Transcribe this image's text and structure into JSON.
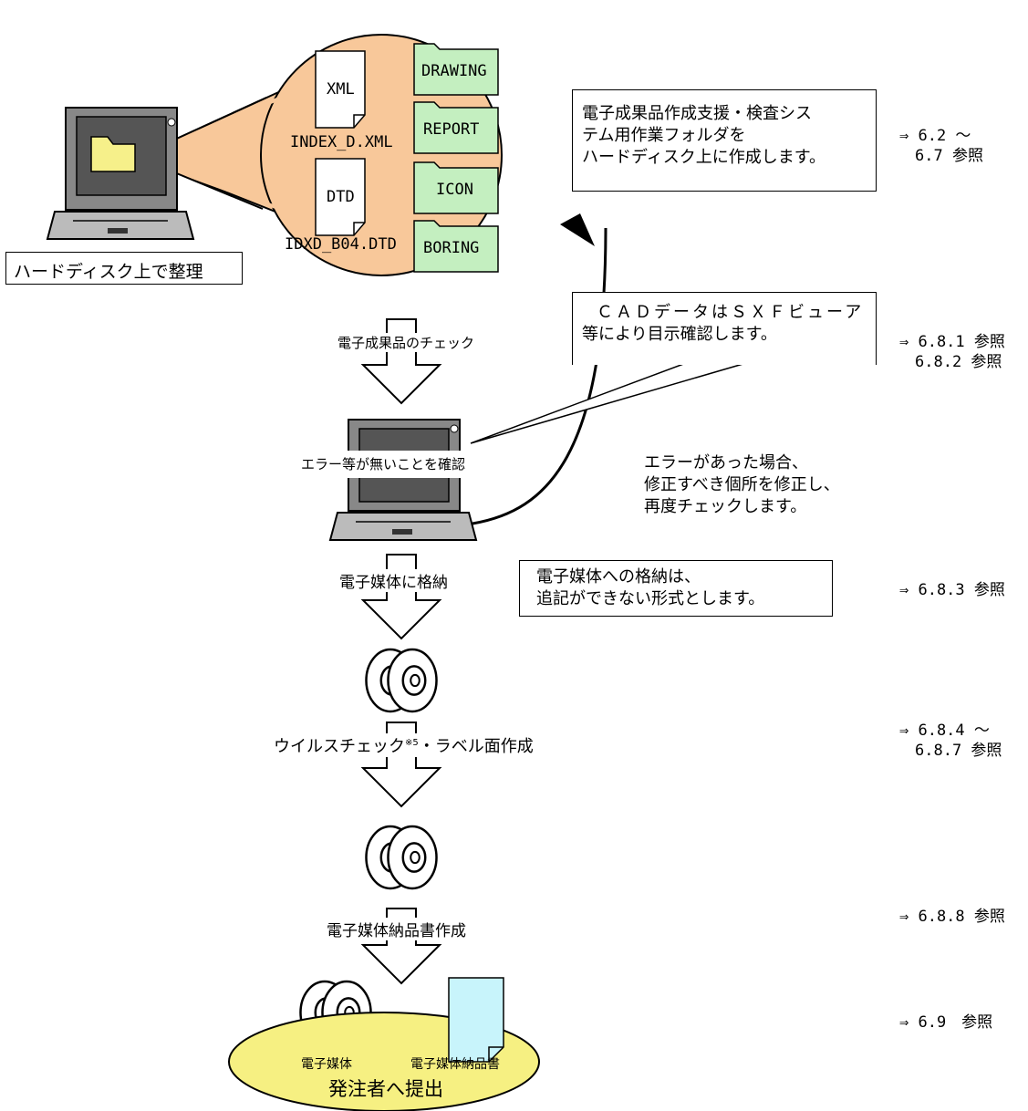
{
  "folder_bubble": {
    "files": [
      {
        "badge": "XML",
        "name": "INDEX_D.XML"
      },
      {
        "badge": "DTD",
        "name": "IDXD_B04.DTD"
      }
    ],
    "folders": [
      "DRAWING",
      "REPORT",
      "ICON",
      "BORING"
    ]
  },
  "hdd_label": "ハードディスク上で整理",
  "boxes": {
    "work_folder": [
      "電子成果品作成支援・検査シス",
      "テム用作業フォルダを",
      "ハードディスク上に作成します。"
    ],
    "cad": [
      "ＣＡＤデータはＳＸＦビューア",
      "等により目示確認します。"
    ],
    "storage": [
      "電子媒体への格納は、",
      "追記ができない形式とします。"
    ]
  },
  "error_note": [
    "エラーがあった場合、",
    "修正すべき個所を修正し、",
    "再度チェックします。"
  ],
  "steps": {
    "check": "電子成果品のチェック",
    "confirm": "エラー等が無いことを確認",
    "store": "電子媒体に格納",
    "virus_a": "ウイルスチェック",
    "virus_sup": "※5",
    "virus_b": "・ラベル面作成",
    "cert": "電子媒体納品書作成"
  },
  "submission": {
    "media": "電子媒体",
    "certificate": "電子媒体納品書",
    "title": "発注者へ提出"
  },
  "refs": [
    [
      "⇒ 6.2 ～",
      "　6.7 参照"
    ],
    [
      "⇒ 6.8.1 参照",
      "　6.8.2 参照"
    ],
    [
      "⇒ 6.8.3 参照"
    ],
    [
      "⇒ 6.8.4 ～",
      "　6.8.7 参照"
    ],
    [
      "⇒ 6.8.8 参照"
    ],
    [
      "⇒ 6.9　参照"
    ]
  ],
  "colors": {
    "bubble": "#f8c89a",
    "folder": "#c4efc0",
    "laptop_screen_folder": "#f6f08a",
    "ellipse": "#f6f082",
    "doc": "#c8f4fb"
  }
}
